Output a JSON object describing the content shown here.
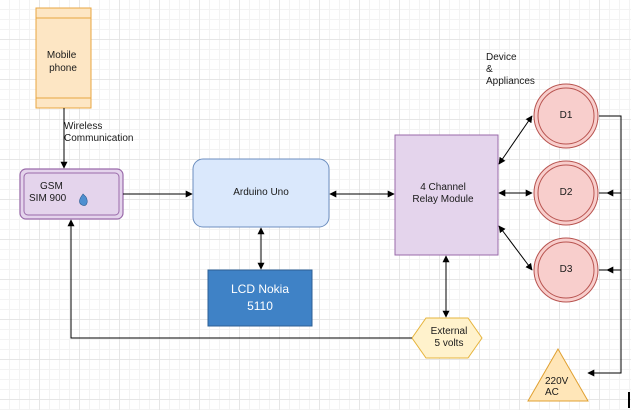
{
  "nodes": {
    "mobile_phone": "Mobile\nphone",
    "gsm": "GSM\nSIM 900",
    "arduino": "Arduino Uno",
    "lcd": "LCD Nokia\n5110",
    "relay": "4 Channel\nRelay Module",
    "external_power": "External\n5 volts",
    "mains": "220V\nAC",
    "d1": "D1",
    "d2": "D2",
    "d3": "D3"
  },
  "labels": {
    "wireless": "Wireless\nCommunication",
    "devices": "Device\n&\nAppliances"
  },
  "colors": {
    "phone_fill": "#fde6c4",
    "phone_stroke": "#e8a640",
    "gsm_fill": "#e4d4ec",
    "gsm_stroke": "#9a6aaa",
    "arduino_fill": "#dae8fc",
    "arduino_stroke": "#6c8ebf",
    "lcd_fill": "#3f82c6",
    "lcd_text": "#ffffff",
    "relay_fill": "#e4d4ec",
    "relay_stroke": "#9a6aaa",
    "hex_fill": "#fff2cc",
    "hex_stroke": "#e6b43c",
    "device_fill": "#f8cecc",
    "device_stroke": "#b85450",
    "tri_fill": "#ffe6b8",
    "tri_stroke": "#e0a030",
    "wire": "#000000"
  }
}
